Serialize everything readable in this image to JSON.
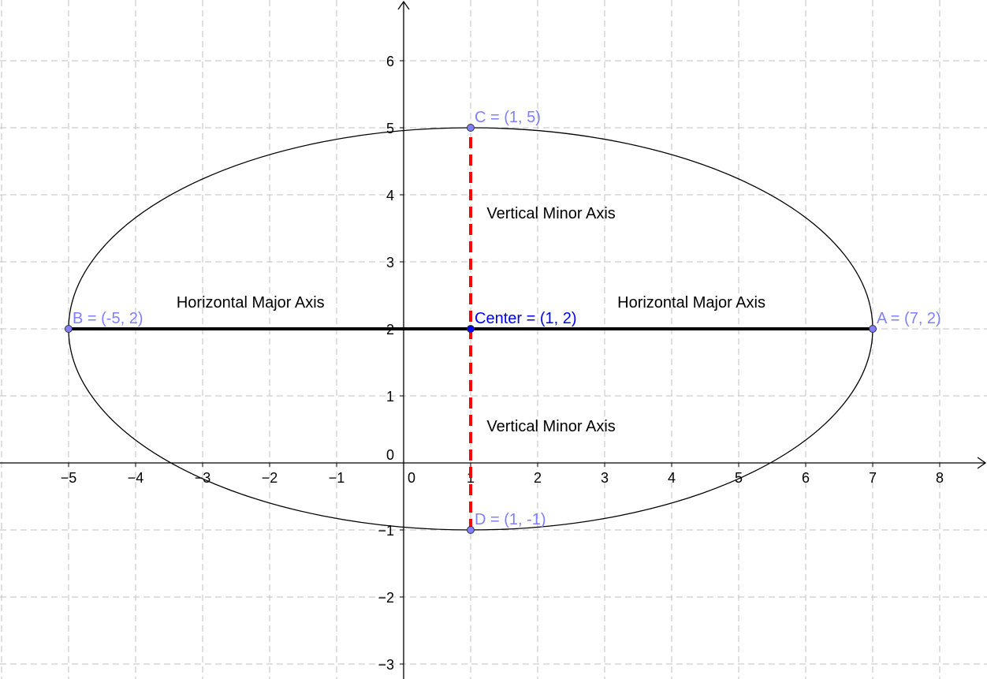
{
  "chart_data": {
    "type": "diagram",
    "title": "",
    "xlim": [
      -6.02,
      8.7
    ],
    "ylim": [
      -3.22,
      6.9
    ],
    "grid": true,
    "x_ticks": [
      -5,
      -4,
      -3,
      -2,
      -1,
      0,
      1,
      2,
      3,
      4,
      5,
      6,
      7,
      8
    ],
    "y_ticks": [
      -3,
      -2,
      -1,
      0,
      1,
      2,
      3,
      4,
      5,
      6
    ],
    "x_tick_labels": [
      "−5",
      "−4",
      "−3",
      "−2",
      "−1",
      "0",
      "1",
      "2",
      "3",
      "4",
      "5",
      "6",
      "7",
      "8"
    ],
    "y_tick_labels": [
      "−3",
      "−2",
      "−1",
      "0",
      "1",
      "2",
      "3",
      "4",
      "5",
      "6"
    ],
    "ellipse": {
      "center": [
        1,
        2
      ],
      "semi_major": 6,
      "semi_minor": 3,
      "color": "#000000"
    },
    "major_axis": {
      "from": [
        -5,
        2
      ],
      "to": [
        7,
        2
      ],
      "color": "#000000",
      "style": "solid"
    },
    "minor_axis": {
      "from": [
        1,
        -1
      ],
      "to": [
        1,
        5
      ],
      "color": "#ff0000",
      "style": "dashed"
    },
    "points": [
      {
        "name": "A",
        "x": 7,
        "y": 2,
        "label": "A = (7, 2)",
        "color": "#7f7fff"
      },
      {
        "name": "B",
        "x": -5,
        "y": 2,
        "label": "B = (-5, 2)",
        "color": "#7f7fff"
      },
      {
        "name": "C",
        "x": 1,
        "y": 5,
        "label": "C = (1, 5)",
        "color": "#7f7fff"
      },
      {
        "name": "D",
        "x": 1,
        "y": -1,
        "label": "D = (1, -1)",
        "color": "#7f7fff"
      },
      {
        "name": "Center",
        "x": 1,
        "y": 2,
        "label": "Center = (1, 2)",
        "color": "#0000ff"
      }
    ],
    "annotations": [
      {
        "text": "Horizontal Major Axis",
        "x": -3.39,
        "y": 2.32
      },
      {
        "text": "Horizontal Major Axis",
        "x": 3.19,
        "y": 2.32
      },
      {
        "text": "Vertical Minor Axis",
        "x": 1.24,
        "y": 3.65
      },
      {
        "text": "Vertical Minor Axis",
        "x": 1.24,
        "y": 0.47
      }
    ]
  }
}
